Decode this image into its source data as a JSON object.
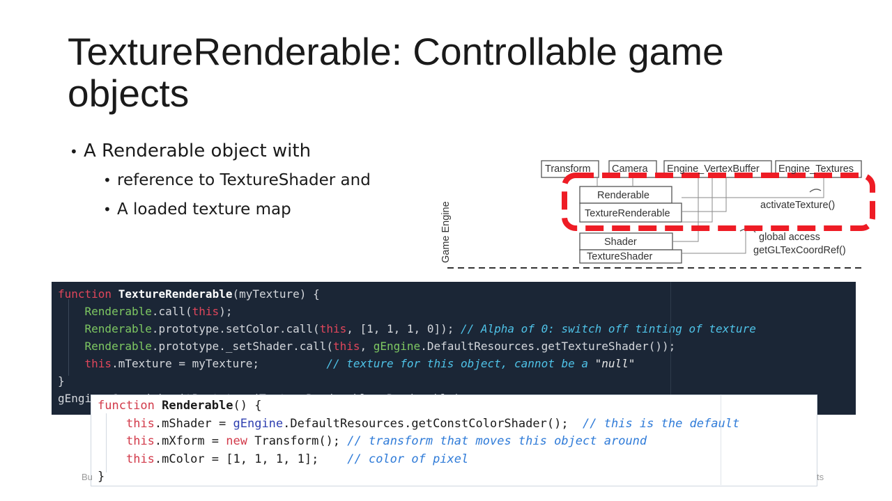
{
  "slide": {
    "title": "TextureRenderable: Controllable game objects",
    "bullets": {
      "main": "A Renderable object with",
      "sub": [
        "reference to TextureShader and",
        "A loaded texture map"
      ]
    },
    "footer_left": "Bu",
    "footer_right": "ts"
  },
  "diagram": {
    "boxes": {
      "transform": "Transform",
      "camera": "Camera",
      "vertex_buffer": "Engine_VertexBuffer",
      "textures": "Engine_Textures",
      "renderable": "Renderable",
      "texture_renderable": "TextureRenderable",
      "shader": "Shader",
      "texture_shader": "TextureShader"
    },
    "labels": {
      "activate": "activateTexture()",
      "global_access": "global access",
      "texcoord": "getGLTexCoordRef()",
      "game_engine": "Game Engine"
    },
    "highlight_color": "#ee1c25"
  },
  "code": {
    "texture_renderable": {
      "l1": {
        "kw": "function ",
        "name": "TextureRenderable",
        "rest": "(myTexture) {"
      },
      "l2": {
        "cls": "Renderable",
        "a": ".call(",
        "this": "this",
        "b": ");"
      },
      "l3": {
        "cls": "Renderable",
        "a": ".prototype.setColor.call(",
        "this": "this",
        "b": ", [1, 1, 1, 0]); ",
        "comment": "// Alpha of 0: switch off tinting of texture"
      },
      "l4": {
        "cls": "Renderable",
        "a": ".prototype._setShader.call(",
        "this": "this",
        "b": ", ",
        "cls2": "gEngine",
        "c": ".DefaultResources.getTextureShader());"
      },
      "l5": {
        "this": "this",
        "a": ".mTexture = myTexture;          ",
        "comment": "// texture for this object, cannot be a ",
        "str": "\"null\""
      },
      "l6": "}",
      "l7": "gEngine.Core.inheritPrototype(TextureRenderable, Renderable);"
    },
    "renderable": {
      "l1": {
        "kw": "function ",
        "name": "Renderable",
        "rest": "() {"
      },
      "l2": {
        "this": "this",
        "a": ".mShader = ",
        "cls": "gEngine",
        "b": ".DefaultResources.getConstColorShader();  ",
        "comment": "// this is the default"
      },
      "l3": {
        "this": "this",
        "a": ".mXform = ",
        "kw": "new",
        "b": " Transform(); ",
        "comment": "// transform that moves this object around"
      },
      "l4": {
        "this": "this",
        "a": ".mColor = [1, 1, 1, 1];    ",
        "comment": "// color of pixel"
      },
      "l5": "}"
    }
  }
}
